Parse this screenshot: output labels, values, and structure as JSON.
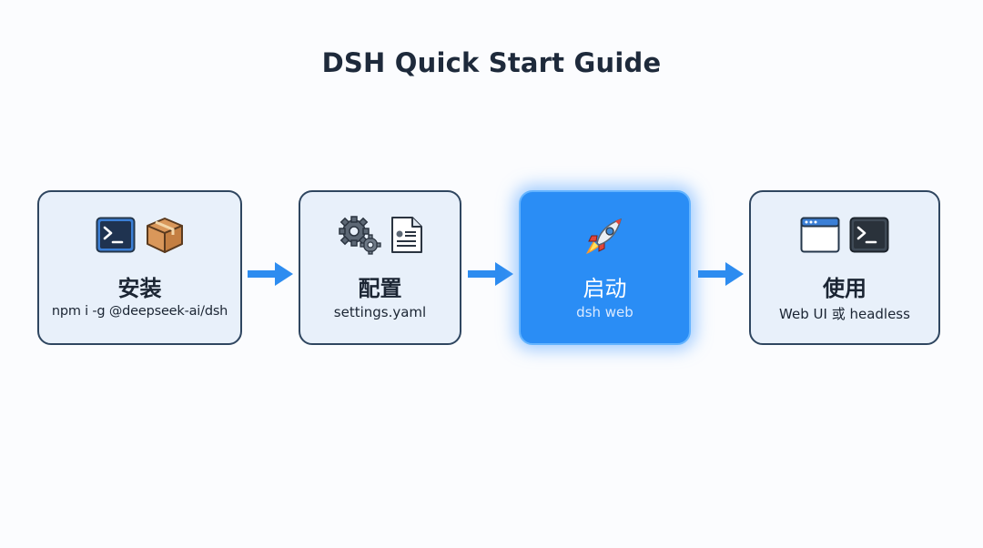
{
  "title": "DSH Quick Start Guide",
  "steps": [
    {
      "label": "安装",
      "sub": "npm i -g @deepseek-ai/dsh",
      "icons": [
        "terminal-icon",
        "package-box-icon"
      ]
    },
    {
      "label": "配置",
      "sub": "settings.yaml",
      "icons": [
        "gears-icon",
        "settings-document-icon"
      ]
    },
    {
      "label": "启动",
      "sub": "dsh web",
      "icons": [
        "rocket-icon"
      ],
      "highlighted": true
    },
    {
      "label": "使用",
      "sub": "Web UI 或 headless",
      "icons": [
        "browser-window-icon",
        "terminal-icon"
      ]
    }
  ],
  "colors": {
    "accent": "#2a8df5",
    "arrow": "#2d8cf0",
    "border": "#2f4660",
    "card_bg": "#e8f0fa",
    "title": "#1e2a3b"
  }
}
